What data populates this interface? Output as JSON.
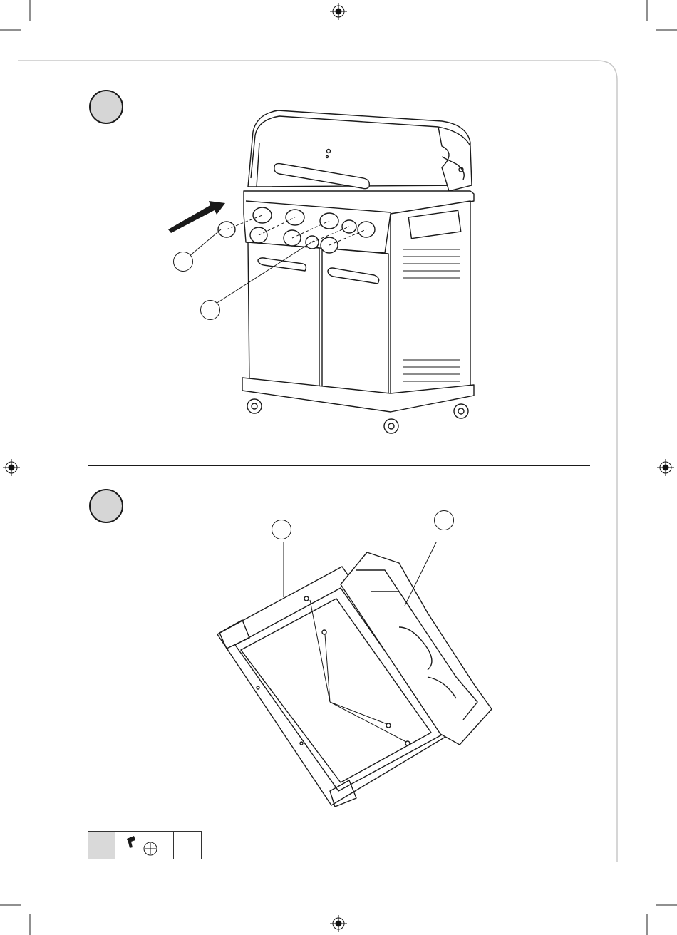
{
  "page": {
    "frame_color": "#c8c8c8",
    "line_color": "#1a1a1a",
    "step_fill": "#d6d6d6"
  },
  "steps": [
    {
      "name": "step-1",
      "figure": "grill-knob-installation",
      "callouts": 2
    },
    {
      "name": "step-2",
      "figure": "bottom-shelf-frame-assembly",
      "callouts": 2
    }
  ],
  "hardware": {
    "icon": "screw-icon",
    "head_icon": "phillips-head-icon"
  }
}
